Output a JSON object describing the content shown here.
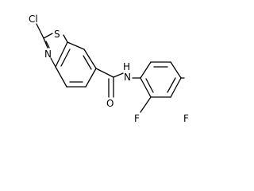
{
  "molecule": {
    "atoms": {
      "cl": "Cl",
      "s": "S",
      "n_ring": "N",
      "o": "O",
      "n_amide": "N",
      "h_amide": "H",
      "f_ortho": "F",
      "f_para": "F"
    },
    "colors": {
      "bonds": "#000000",
      "labels": "#000000",
      "background": "#ffffff"
    }
  }
}
